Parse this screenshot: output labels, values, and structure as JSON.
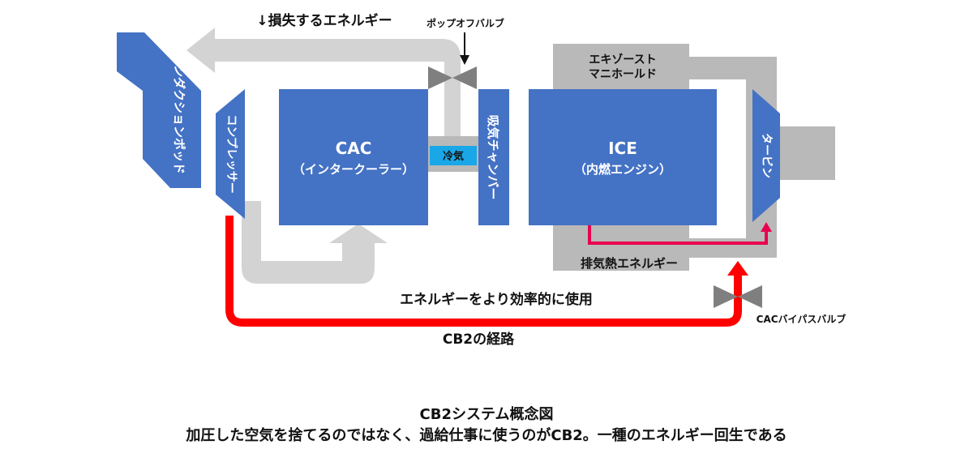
{
  "diagram": {
    "loss_energy": "↓損失するエネルギー",
    "popoff_valve": "ポップオフバルブ",
    "exhaust_manifold_1": "エキゾースト",
    "exhaust_manifold_2": "マニホールド",
    "induction_pod": "インダクションポッド",
    "compressor": "コンプレッサー",
    "cac_title": "CAC",
    "cac_sub": "（インタークーラー）",
    "cooling": "冷気",
    "intake_chamber": "吸気チャンバー",
    "ice_title": "ICE",
    "ice_sub": "（内燃エンジン）",
    "turbine": "タービン",
    "exhaust_heat": "排気熱エネルギー",
    "efficient_use": "エネルギーをより効率的に使用",
    "cac_bypass_valve": "CACバイパスバルブ",
    "cb2_route": "CB2の経路"
  },
  "caption": {
    "title": "CB2システム概念図",
    "subtitle": "加圧した空気を捨てるのではなく、過給仕事に使うのがCB2。一種のエネルギー回生である"
  },
  "colors": {
    "component_blue": "#4472c4",
    "loss_gray": "#d0d0d0",
    "housing_gray": "#b9b9b9",
    "cb2_red": "#ff0000",
    "exhaust_pink": "#e8004f",
    "cool_cyan": "#1aa7e8",
    "valve_gray": "#7f7f7f"
  }
}
